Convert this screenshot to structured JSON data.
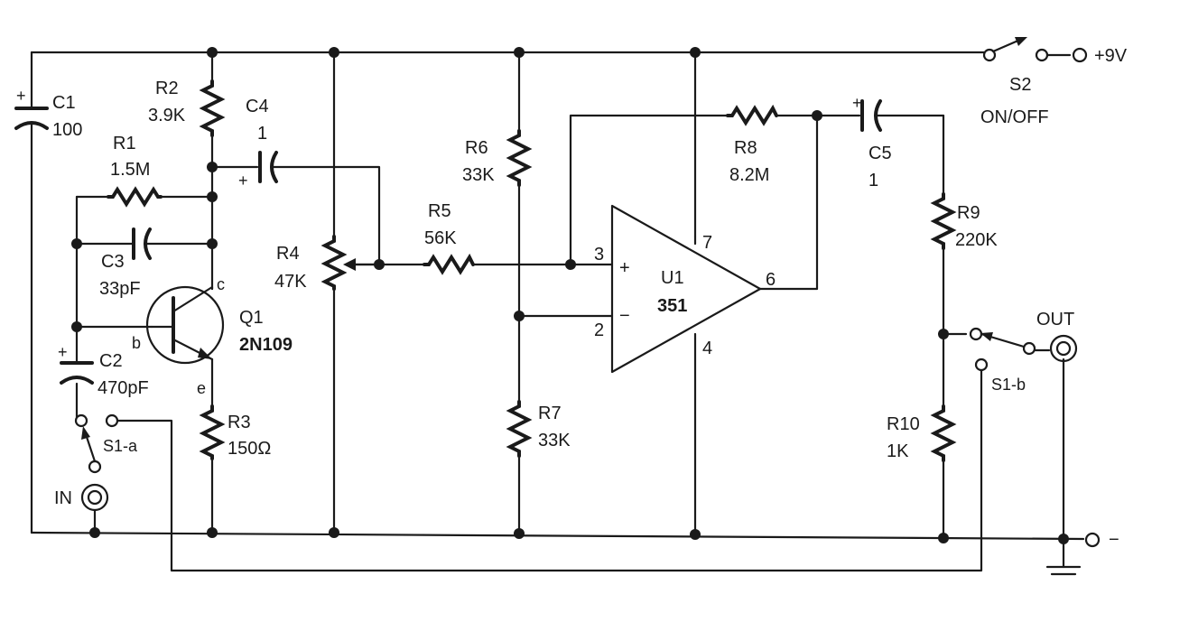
{
  "components": {
    "C1": {
      "ref": "C1",
      "value": "100",
      "pol": "+"
    },
    "C2": {
      "ref": "C2",
      "value": "470pF",
      "pol": "+"
    },
    "C3": {
      "ref": "C3",
      "value": "33pF"
    },
    "C4": {
      "ref": "C4",
      "value": "1",
      "pol": "+"
    },
    "C5": {
      "ref": "C5",
      "value": "1",
      "pol": "+"
    },
    "R1": {
      "ref": "R1",
      "value": "1.5M"
    },
    "R2": {
      "ref": "R2",
      "value": "3.9K"
    },
    "R3": {
      "ref": "R3",
      "value": "150Ω"
    },
    "R4": {
      "ref": "R4",
      "value": "47K"
    },
    "R5": {
      "ref": "R5",
      "value": "56K"
    },
    "R6": {
      "ref": "R6",
      "value": "33K"
    },
    "R7": {
      "ref": "R7",
      "value": "33K"
    },
    "R8": {
      "ref": "R8",
      "value": "8.2M"
    },
    "R9": {
      "ref": "R9",
      "value": "220K"
    },
    "R10": {
      "ref": "R10",
      "value": "1K"
    },
    "Q1": {
      "ref": "Q1",
      "part": "2N109",
      "pin_c": "c",
      "pin_b": "b",
      "pin_e": "e"
    },
    "U1": {
      "ref": "U1",
      "part": "351",
      "pin3": "3",
      "pin2": "2",
      "pin7": "7",
      "pin4": "4",
      "pin6": "6",
      "plus": "+",
      "minus": "−"
    },
    "S1a": {
      "ref": "S1-a"
    },
    "S1b": {
      "ref": "S1-b"
    },
    "S2": {
      "ref": "S2",
      "label": "ON/OFF"
    }
  },
  "terminals": {
    "input": "IN",
    "output": "OUT",
    "supply_pos": "+9V",
    "supply_neg": "−"
  }
}
